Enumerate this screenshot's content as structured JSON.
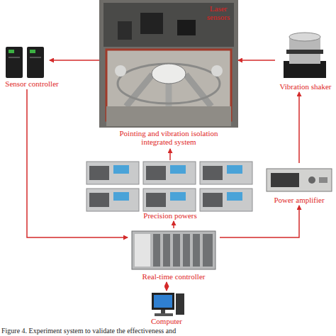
{
  "diagram": {
    "caption": "Figure 4. Experiment system to validate the effectiveness and",
    "nodes": [
      {
        "text": [
          "Pointing and vibration isolation integrated system"
        ]
      },
      {
        "text": [
          "Sensor controller"
        ]
      },
      {
        "text": [
          "Vibration shaker"
        ]
      },
      {
        "text": [
          "Precision powers"
        ]
      },
      {
        "text": [
          "Power amplifier"
        ]
      },
      {
        "text": [
          "Real-time controller"
        ]
      },
      {
        "text": [
          "Computer"
        ]
      }
    ],
    "edges": [
      {
        "from": 0,
        "to": 1,
        "arrow": "to"
      },
      {
        "from": 2,
        "to": 0,
        "arrow": "to"
      },
      {
        "from": 1,
        "to": 5,
        "arrow": "to"
      },
      {
        "from": 5,
        "to": 4,
        "arrow": "to"
      },
      {
        "from": 4,
        "to": 2,
        "arrow": "to"
      },
      {
        "from": 3,
        "to": 0,
        "arrow": "to"
      },
      {
        "from": 5,
        "to": 3,
        "arrow": "to"
      },
      {
        "from": 5,
        "to": 6,
        "arrow": "both"
      }
    ],
    "labels": [
      "Laser sensors"
    ]
  }
}
